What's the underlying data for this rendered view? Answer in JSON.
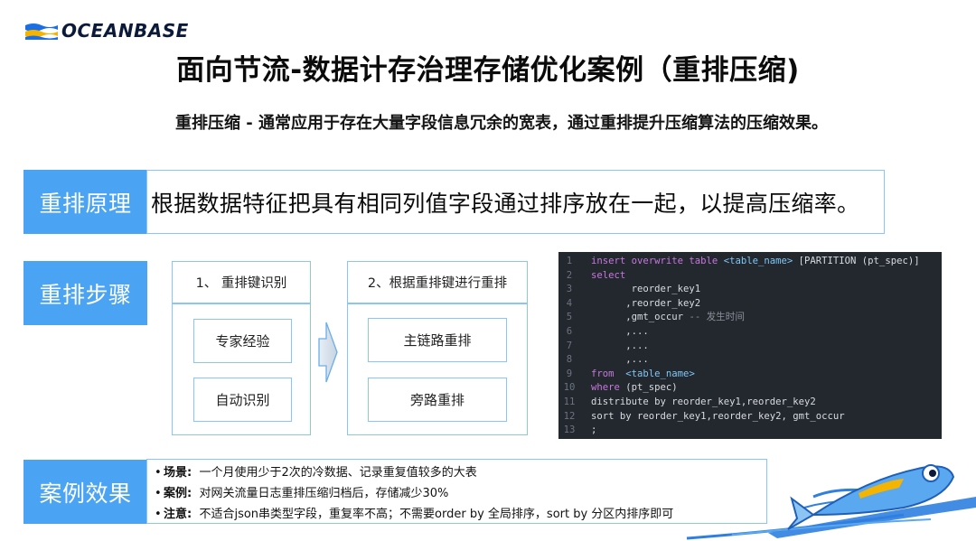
{
  "brand": {
    "name": "OCEANBASE"
  },
  "slide": {
    "title": "面向节流-数据计存治理存储优化案例（重排压缩)",
    "subtitle": "重排压缩 - 通常应用于存在大量字段信息冗余的宽表，通过重排提升压缩算法的压缩效果。"
  },
  "principle": {
    "tag": "重排原理",
    "text": "根据数据特征把具有相同列值字段通过排序放在一起，以提高压缩率。"
  },
  "steps": {
    "tag": "重排步骤",
    "step1": {
      "title": "1、 重排键识别",
      "items": [
        "专家经验",
        "自动识别"
      ]
    },
    "step2": {
      "title": "2、根据重排键进行重排",
      "items": [
        "主链路重排",
        "旁路重排"
      ]
    }
  },
  "code": {
    "lines": [
      {
        "n": "1",
        "text": "insert overwrite table <table_name> [PARTITION (pt_spec)]"
      },
      {
        "n": "2",
        "text": "select"
      },
      {
        "n": "3",
        "text": "       reorder_key1"
      },
      {
        "n": "4",
        "text": "      ,reorder_key2"
      },
      {
        "n": "5",
        "text": "      ,gmt_occur -- 发生时间"
      },
      {
        "n": "6",
        "text": "      ,..."
      },
      {
        "n": "7",
        "text": "      ,..."
      },
      {
        "n": "8",
        "text": "      ,..."
      },
      {
        "n": "9",
        "text": "from  <table_name>"
      },
      {
        "n": "10",
        "text": "where (pt_spec)"
      },
      {
        "n": "11",
        "text": "distribute by reorder_key1,reorder_key2"
      },
      {
        "n": "12",
        "text": "sort by reorder_key1,reorder_key2, gmt_occur"
      },
      {
        "n": "13",
        "text": ";"
      }
    ]
  },
  "effect": {
    "tag": "案例效果",
    "items": [
      {
        "bullet": "•",
        "label": "场景:",
        "text": "一个月使用少于2次的冷数据、记录重复值较多的大表"
      },
      {
        "bullet": "•",
        "label": "案例:",
        "text": "对网关流量日志重排压缩归档后，存储减少30%"
      },
      {
        "bullet": "•",
        "label": "注意:",
        "text": "不适合json串类型字段，重复率不高；不需要order by 全局排序，sort by 分区内排序即可"
      }
    ]
  },
  "colors": {
    "accent": "#4aa3f3",
    "border": "#8cc4f3",
    "code_bg": "#23272e"
  }
}
